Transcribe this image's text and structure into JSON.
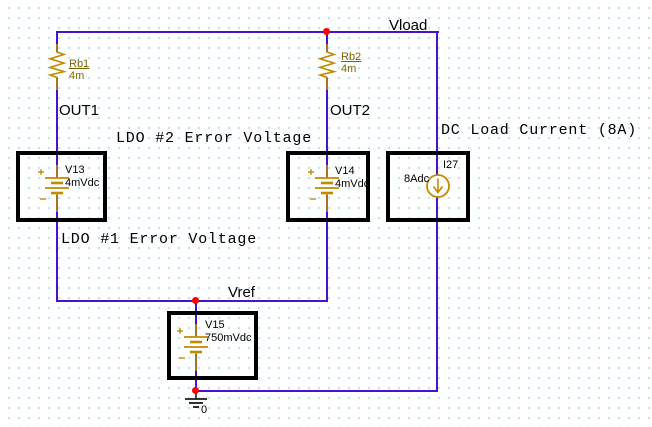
{
  "app": {
    "view": "schematic-canvas"
  },
  "colors": {
    "wire": "#4713CE",
    "symbol_stroke": "#C28A00",
    "resistor_label": "#7D6504",
    "junction_dot": "#FF0000",
    "grid_dot": "#BEE4F6",
    "part_box_border": "#000000",
    "text": "#000000",
    "background": "#FFFFFF"
  },
  "net_labels": {
    "vload": "Vload",
    "out1": "OUT1",
    "out2": "OUT2",
    "vref": "Vref"
  },
  "annotations": {
    "ldo2": "LDO #2 Error Voltage",
    "ldo1": "LDO #1 Error Voltage",
    "dc_load": "DC Load Current (8A)"
  },
  "components": {
    "rb1": {
      "ref": "Rb1",
      "value": "4m"
    },
    "rb2": {
      "ref": "Rb2",
      "value": "4m"
    },
    "v13": {
      "ref": "V13",
      "value": "4mVdc"
    },
    "v14": {
      "ref": "V14",
      "value": "4mVdc"
    },
    "v15": {
      "ref": "V15",
      "value": "750mVdc"
    },
    "i27": {
      "ref": "I27",
      "value": "8Adc"
    },
    "ground": {
      "label": "0"
    }
  }
}
